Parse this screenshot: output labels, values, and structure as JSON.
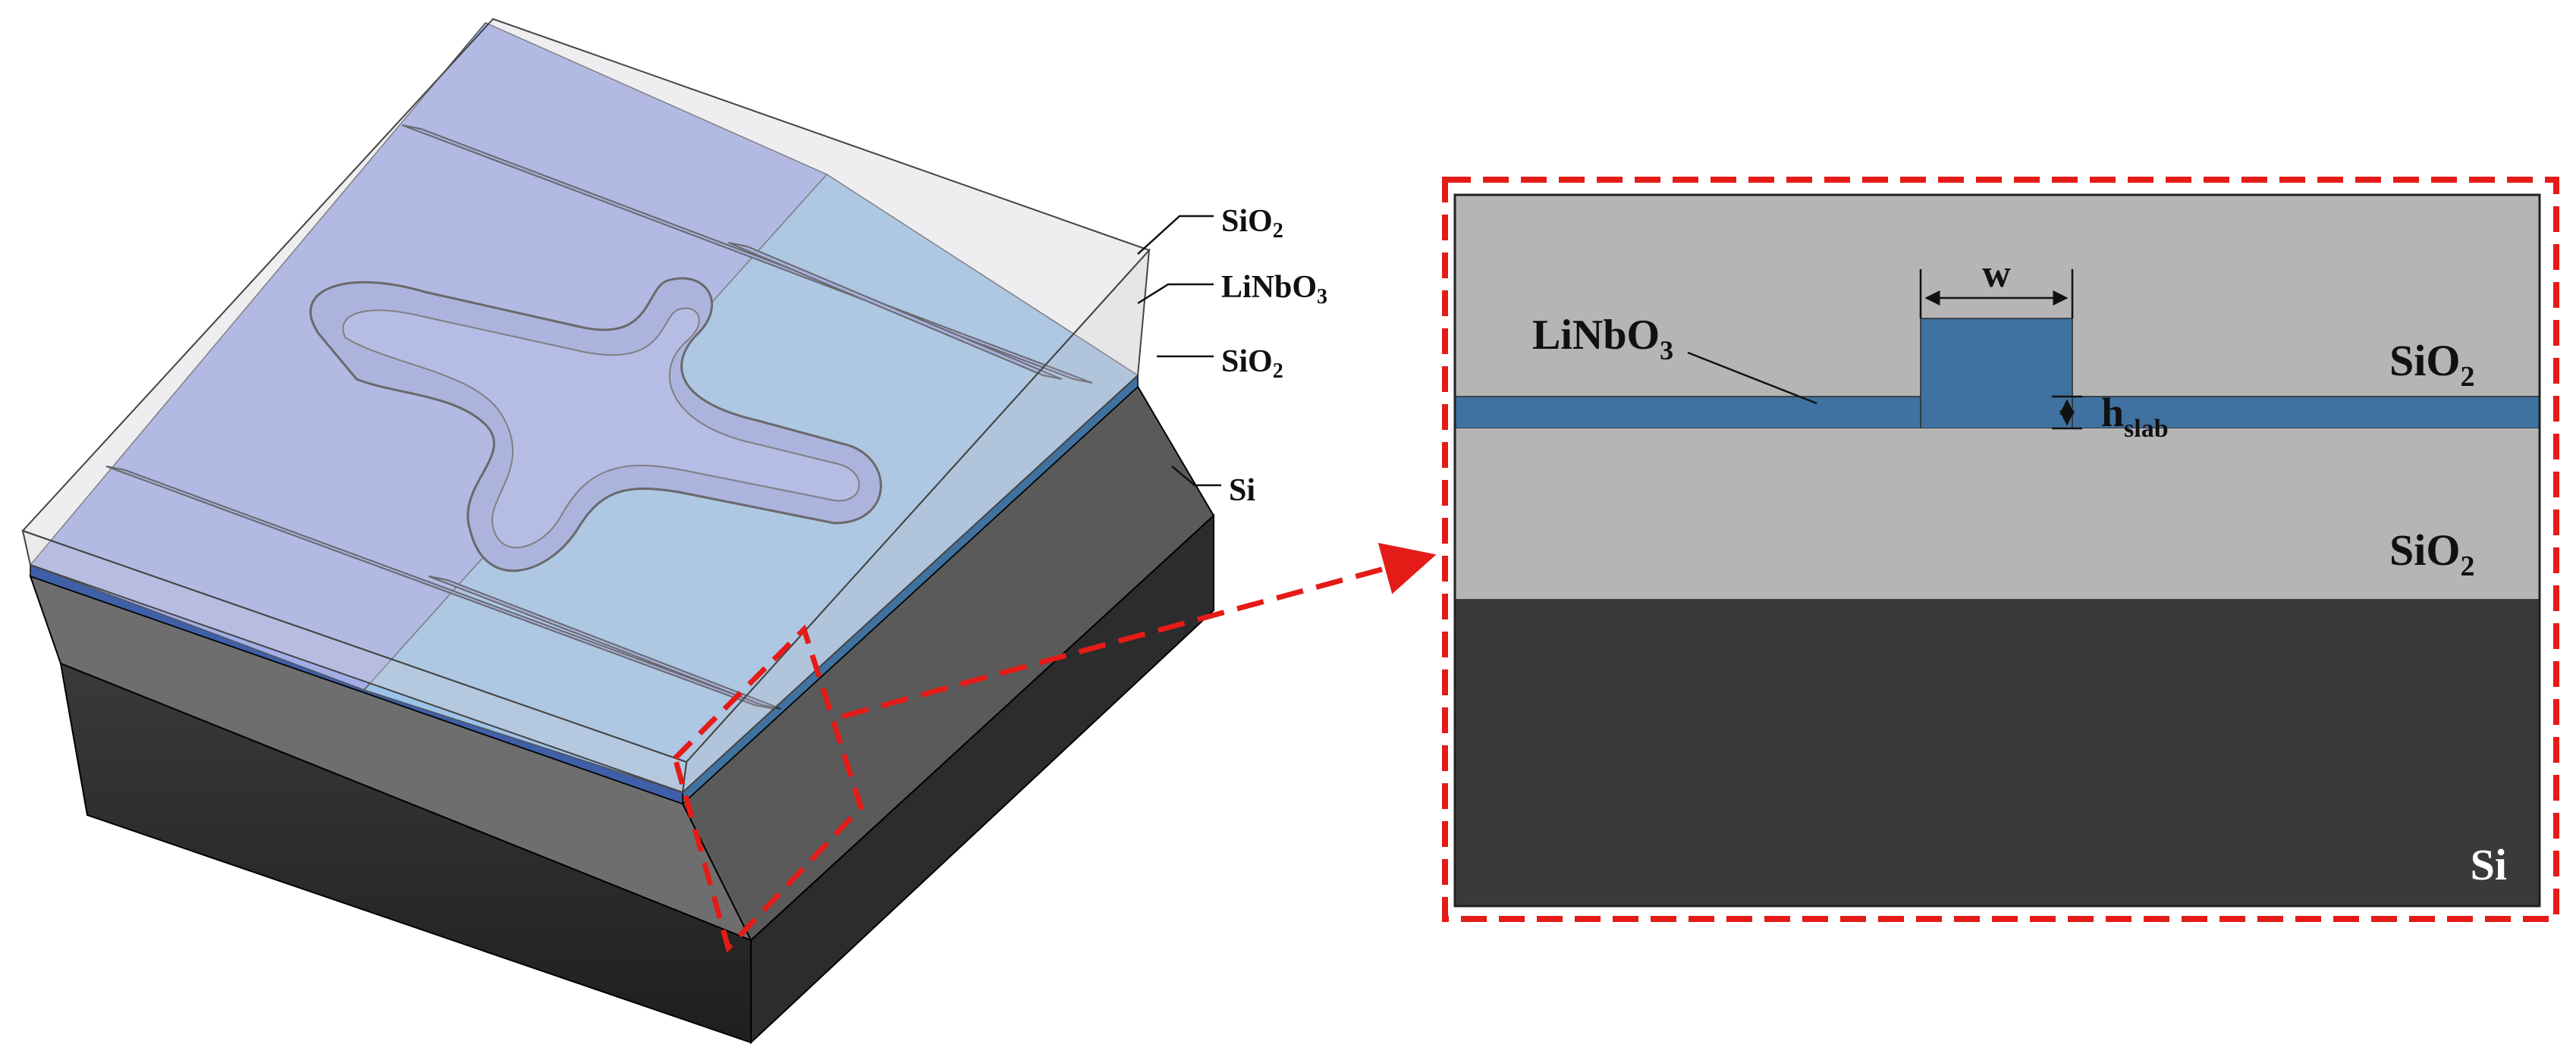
{
  "diagram": {
    "labels_3d": {
      "sio2_top": {
        "base": "SiO",
        "sub": "2"
      },
      "linbo3": {
        "base": "LiNbO",
        "sub": "3"
      },
      "sio2_bottom": {
        "base": "SiO",
        "sub": "2"
      },
      "si": "Si"
    },
    "labels_cross_section": {
      "linbo3": {
        "base": "LiNbO",
        "sub": "3"
      },
      "w": "w",
      "h_slab": {
        "base": "h",
        "sub": "slab"
      },
      "sio2_cladding": {
        "base": "SiO",
        "sub": "2"
      },
      "sio2_box": {
        "base": "SiO",
        "sub": "2"
      },
      "si": "Si"
    },
    "colors": {
      "sio2": "#b5b5b5",
      "linbo3": "#3f72a0",
      "si": "#3a3a3a",
      "highlight": "#e41b17",
      "electrode": "#9dc4e8",
      "waveguide_region": "#a3aee8"
    }
  }
}
